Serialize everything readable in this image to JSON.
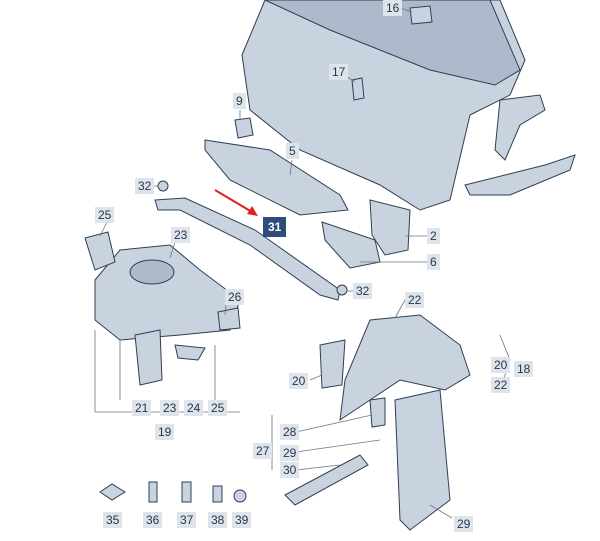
{
  "callouts": {
    "p16": "16",
    "p17": "17",
    "p9": "9",
    "p5": "5",
    "p32a": "32",
    "p25a": "25",
    "p31": "31",
    "p23a": "23",
    "p2": "2",
    "p6": "6",
    "p26": "26",
    "p32b": "32",
    "p22a": "22",
    "p20a": "20",
    "p18": "18",
    "p22b": "22",
    "p20b": "20",
    "p21": "21",
    "p23b": "23",
    "p24": "24",
    "p25b": "25",
    "p19": "19",
    "p28": "28",
    "p27": "27",
    "p29a": "29",
    "p30": "30",
    "p35": "35",
    "p36": "36",
    "p37": "37",
    "p38": "38",
    "p39": "39",
    "p29b": "29"
  },
  "colors": {
    "part_fill": "#c9d3e0",
    "label_bg": "#dfe4ea",
    "highlight_label_bg": "#2e4d7b",
    "pointer_arrow": "#e02020"
  },
  "highlighted_part": "31"
}
